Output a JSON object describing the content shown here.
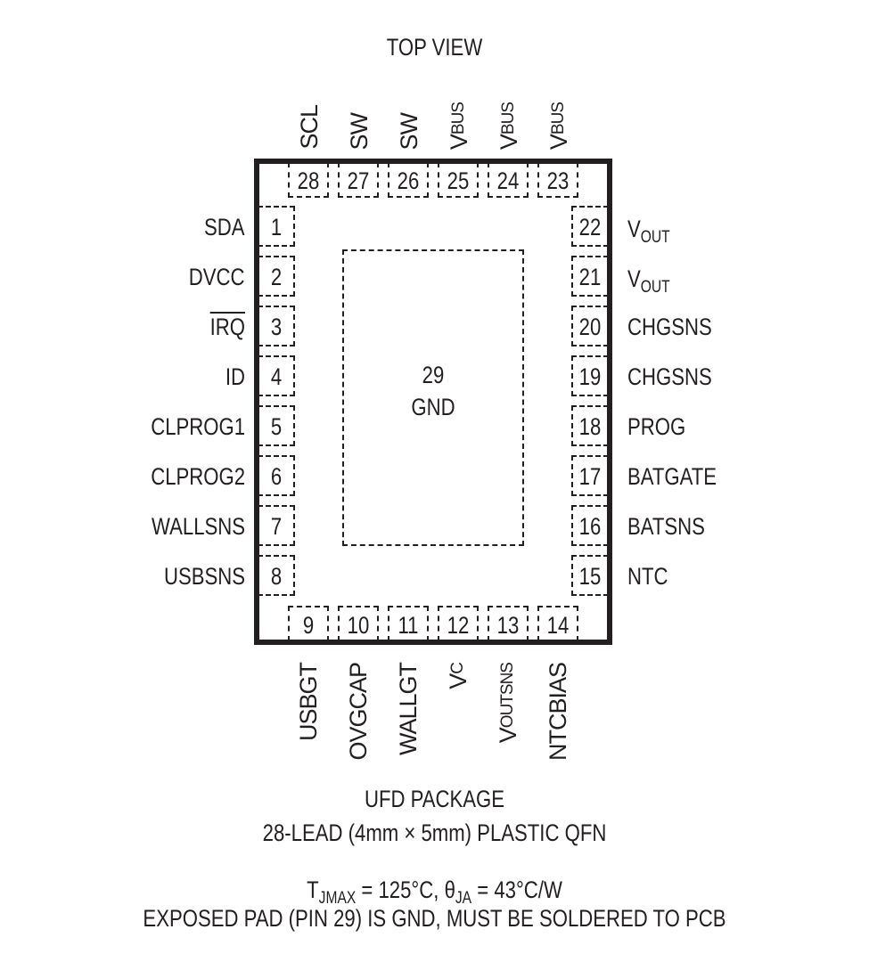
{
  "title": "TOP VIEW",
  "package": {
    "name": "UFD PACKAGE",
    "description": "28-LEAD (4mm × 5mm) PLASTIC QFN",
    "thermal": {
      "tjmax_label": "T",
      "tjmax_sub": "JMAX",
      "tjmax_value": " = 125°C, ",
      "theta_label": "θ",
      "theta_sub": "JA",
      "theta_value": " = 43°C/W"
    },
    "note": "EXPOSED PAD (PIN 29) IS GND, MUST BE SOLDERED TO PCB"
  },
  "exposed_pad": {
    "number": "29",
    "name": "GND"
  },
  "pins": {
    "left": [
      {
        "num": "1",
        "name": "SDA"
      },
      {
        "num": "2",
        "name": "DVCC"
      },
      {
        "num": "3",
        "name": "IRQ",
        "overbar": true
      },
      {
        "num": "4",
        "name": "ID"
      },
      {
        "num": "5",
        "name": "CLPROG1"
      },
      {
        "num": "6",
        "name": "CLPROG2"
      },
      {
        "num": "7",
        "name": "WALLSNS"
      },
      {
        "num": "8",
        "name": "USBSNS"
      }
    ],
    "bottom": [
      {
        "num": "9",
        "name": "USBGT"
      },
      {
        "num": "10",
        "name": "OVGCAP"
      },
      {
        "num": "11",
        "name": "WALLGT"
      },
      {
        "num": "12",
        "name": "V",
        "sub": "C"
      },
      {
        "num": "13",
        "name": "V",
        "sub": "OUTSNS"
      },
      {
        "num": "14",
        "name": "NTCBIAS"
      }
    ],
    "right": [
      {
        "num": "22",
        "name": "V",
        "sub": "OUT"
      },
      {
        "num": "21",
        "name": "V",
        "sub": "OUT"
      },
      {
        "num": "20",
        "name": "CHGSNS"
      },
      {
        "num": "19",
        "name": "CHGSNS"
      },
      {
        "num": "18",
        "name": "PROG"
      },
      {
        "num": "17",
        "name": "BATGATE"
      },
      {
        "num": "16",
        "name": "BATSNS"
      },
      {
        "num": "15",
        "name": "NTC"
      }
    ],
    "top": [
      {
        "num": "28",
        "name": "SCL"
      },
      {
        "num": "27",
        "name": "SW"
      },
      {
        "num": "26",
        "name": "SW"
      },
      {
        "num": "25",
        "name": "V",
        "sub": "BUS"
      },
      {
        "num": "24",
        "name": "V",
        "sub": "BUS"
      },
      {
        "num": "23",
        "name": "V",
        "sub": "BUS"
      }
    ]
  }
}
